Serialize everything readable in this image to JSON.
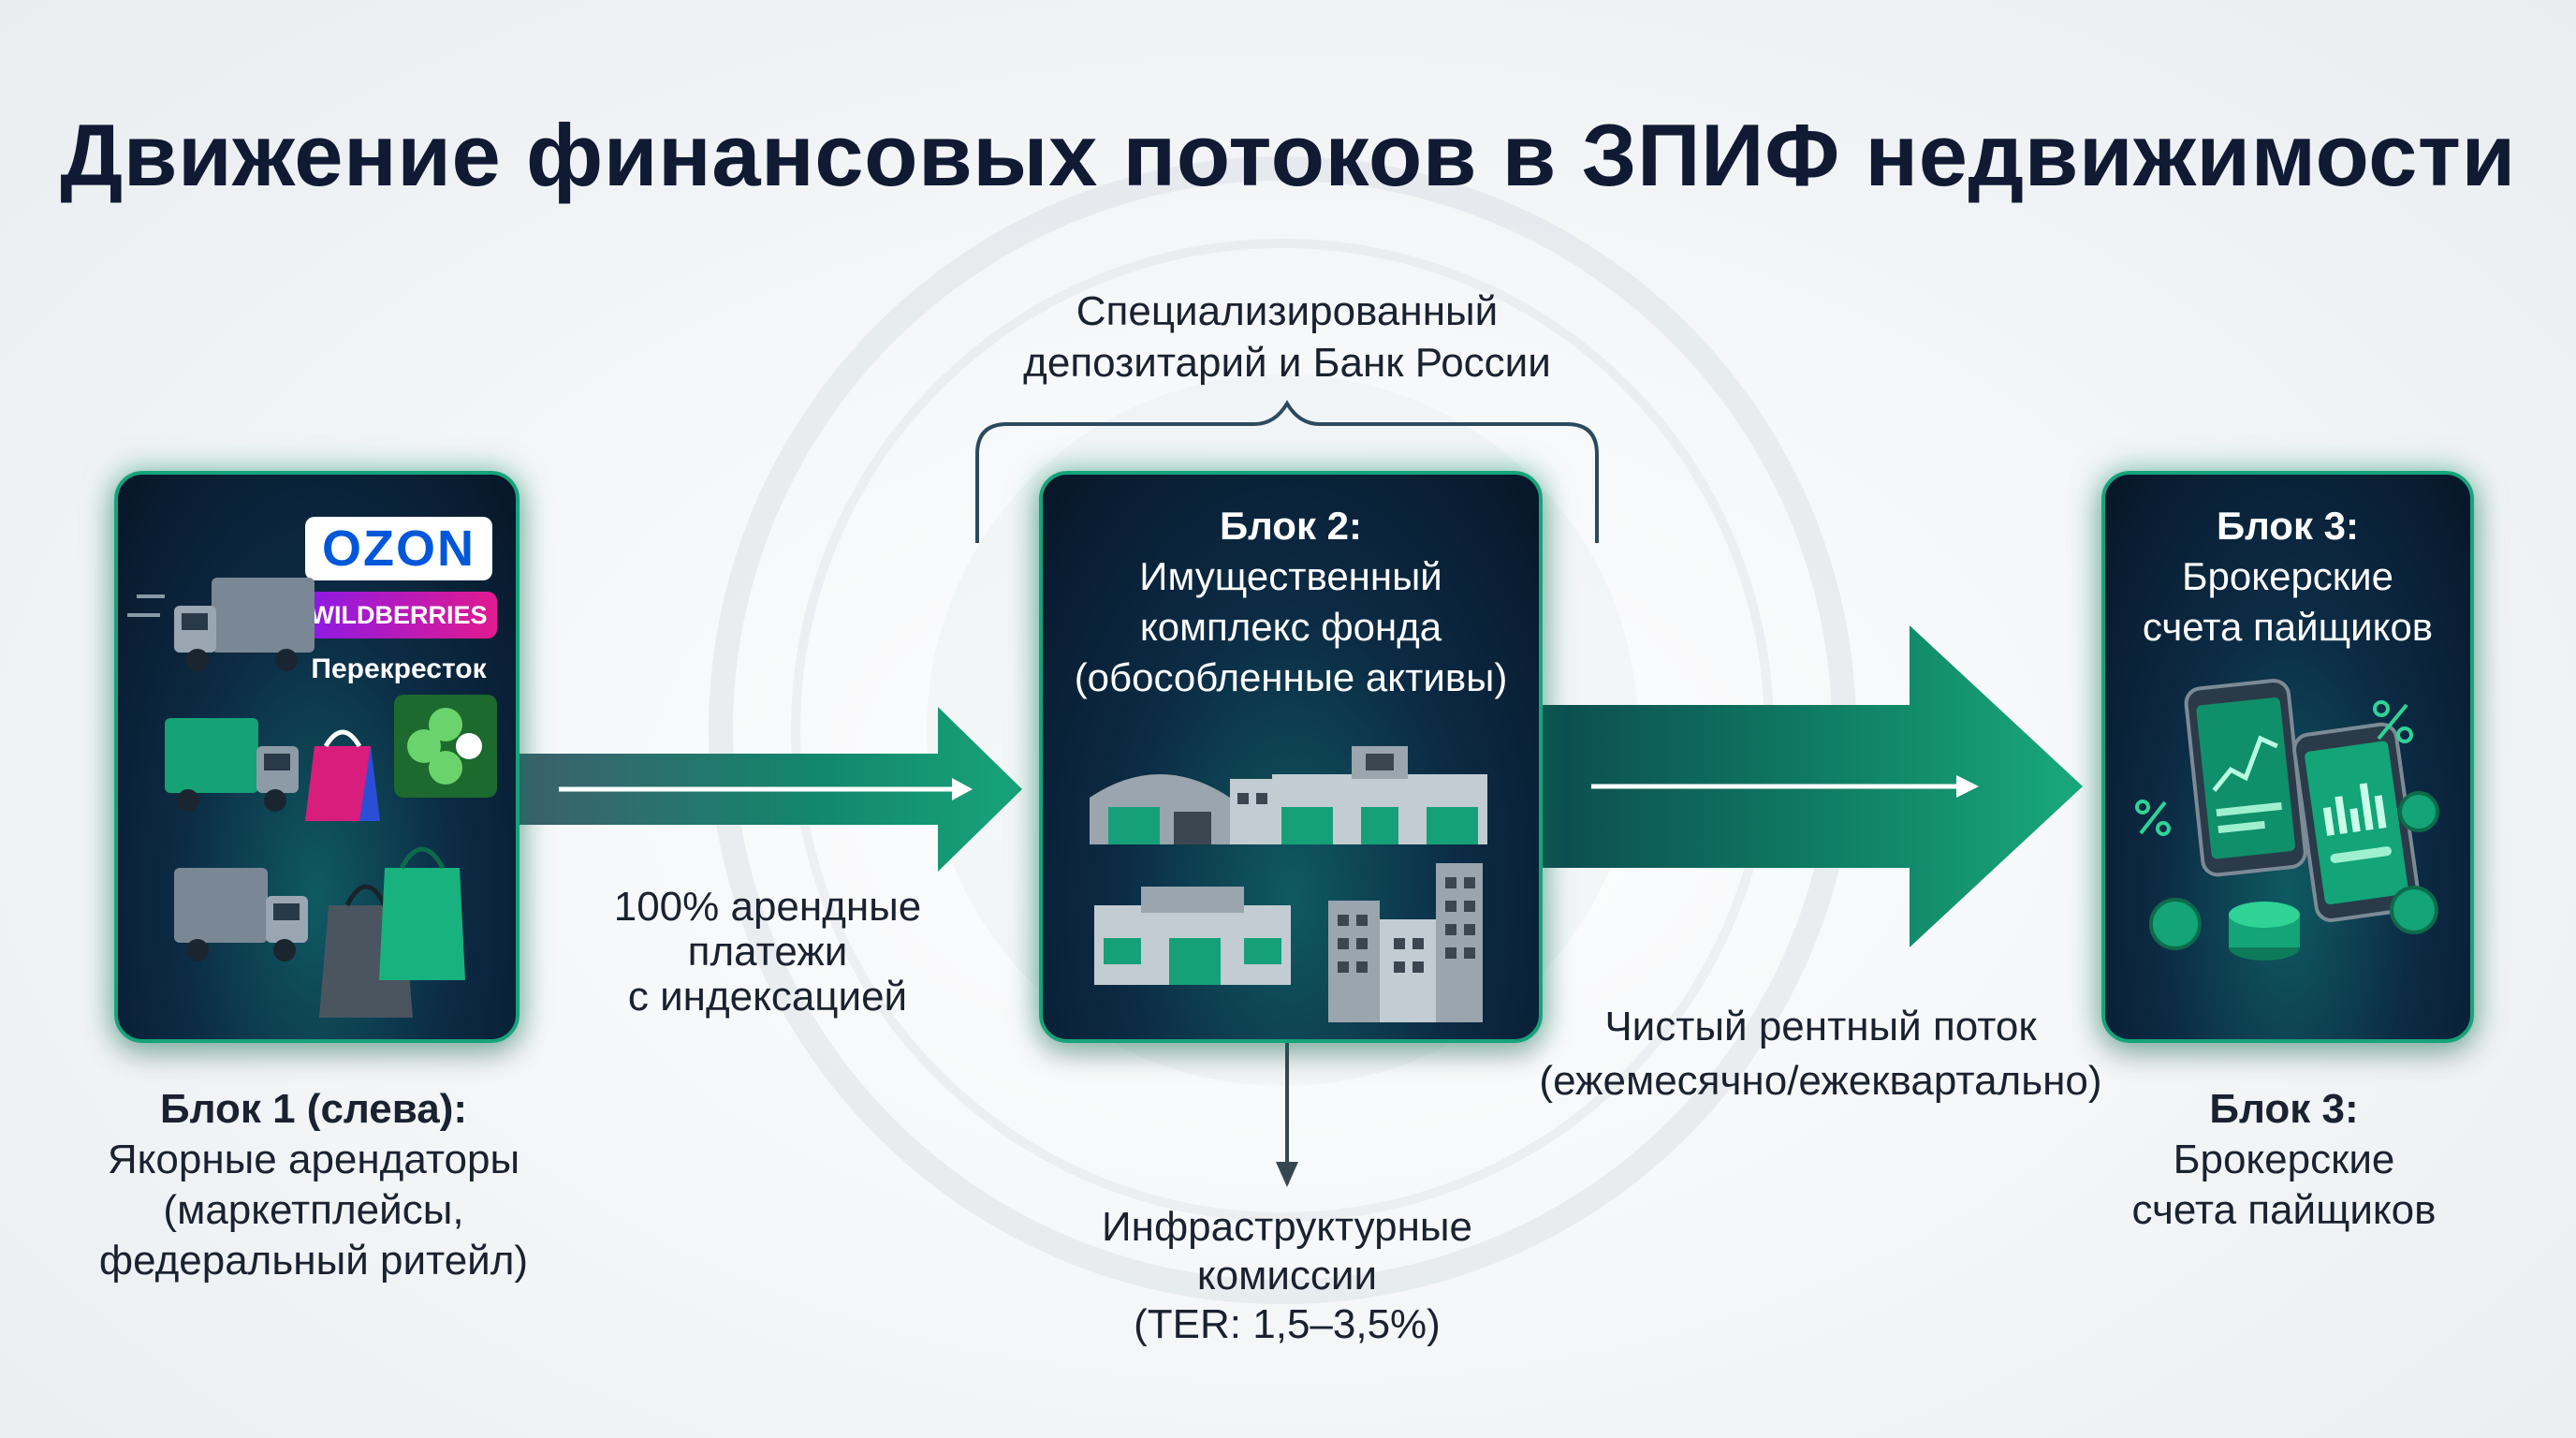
{
  "title": "Движение финансовых потоков в ЗПИФ недвижимости",
  "depositary": {
    "line1": "Специализированный",
    "line2": "депозитарий и Банк России"
  },
  "block1": {
    "brands": {
      "ozon": "OZON",
      "wildberries": "WILDBERRIES",
      "perekrestok": "Перекресток"
    },
    "label": {
      "heading": "Блок 1 (слева):",
      "line1": "Якорные арендаторы",
      "line2": "(маркетплейсы,",
      "line3": "федеральный ритейл)"
    }
  },
  "arrow1": {
    "line1": "100% арендные",
    "line2": "платежи",
    "line3": "с индексацией"
  },
  "block2": {
    "heading": "Блок 2:",
    "line1": "Имущественный",
    "line2": "комплекс фонда",
    "line3": "(обособленные активы)"
  },
  "fees": {
    "line1": "Инфраструктурные",
    "line2": "комиссии",
    "line3": "(TER: 1,5–3,5%)"
  },
  "arrow2": {
    "line1": "Чистый рентный поток",
    "line2": "(ежемесячно/ежеквартально)"
  },
  "block3": {
    "heading": "Блок 3:",
    "line1": "Брокерские",
    "line2": "счета пайщиков",
    "label": {
      "heading": "Блок 3:",
      "line1": "Брокерские",
      "line2": "счета пайщиков"
    }
  },
  "colors": {
    "accent_green": "#17a37a",
    "card_dark": "#0c2b45",
    "title_navy": "#101a33",
    "bracket": "#2b4a5e"
  },
  "icons": [
    "truck-icon",
    "shopping-bag-icon",
    "warehouse-icon",
    "store-icon",
    "office-building-icon",
    "smartphone-chart-icon",
    "coin-icon",
    "percent-icon"
  ]
}
